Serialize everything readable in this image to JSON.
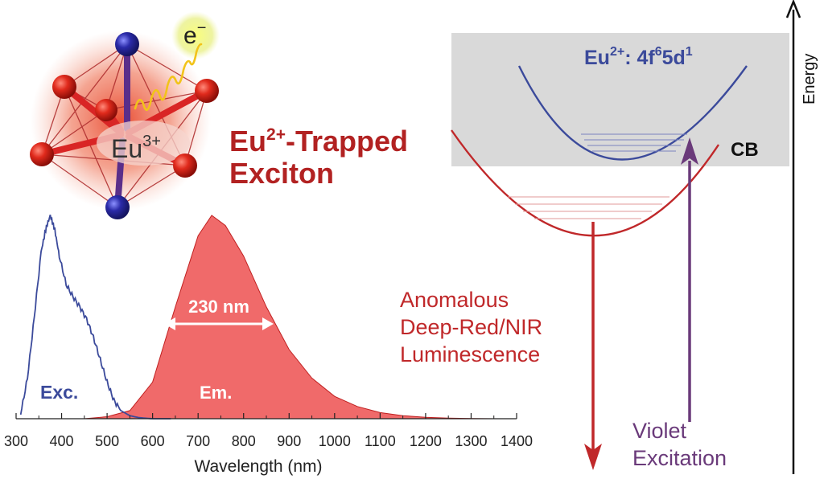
{
  "title_line1": "Eu",
  "title_sup": "2+",
  "title_line1_rest": "-Trapped",
  "title_line2": "Exciton",
  "octahedron": {
    "center_label": "Eu",
    "center_sup": "3+",
    "electron_label": "e",
    "electron_sup": "−"
  },
  "energy_diagram": {
    "upper_state_label_base": "Eu",
    "upper_state_label_sup1": "2+",
    "upper_state_label_mid1": ": 4f",
    "upper_state_label_sup2": "6",
    "upper_state_label_mid2": "5d",
    "upper_state_label_sup3": "1",
    "band_label": "CB",
    "axis_label": "Energy",
    "emission_label": [
      "Anomalous",
      "Deep-Red/NIR",
      "Luminescence"
    ],
    "excitation_label": [
      "Violet",
      "Excitation"
    ],
    "colors": {
      "band": "#d9d9d9",
      "upper": "#3b4a9b",
      "lower": "#c0282a",
      "violet": "#6a3a7a"
    }
  },
  "chart_data": {
    "type": "area",
    "xlabel": "Wavelength (nm)",
    "xlim": [
      300,
      1400
    ],
    "xticks": [
      300,
      400,
      500,
      600,
      700,
      800,
      900,
      1000,
      1100,
      1200,
      1300,
      1400
    ],
    "series": [
      {
        "name": "Exc.",
        "style": "line",
        "color": "#3b4a9b",
        "x": [
          310,
          325,
          340,
          355,
          365,
          375,
          385,
          395,
          410,
          425,
          440,
          455,
          470,
          485,
          500,
          515,
          530,
          550,
          570,
          600,
          640
        ],
        "y": [
          0.02,
          0.2,
          0.5,
          0.82,
          0.93,
          1.0,
          0.93,
          0.8,
          0.66,
          0.6,
          0.55,
          0.49,
          0.4,
          0.29,
          0.18,
          0.09,
          0.04,
          0.015,
          0.005,
          0.0,
          0.0
        ]
      },
      {
        "name": "Em.",
        "style": "area",
        "color": "#f06a6a",
        "x": [
          450,
          500,
          550,
          600,
          650,
          700,
          730,
          760,
          800,
          850,
          900,
          950,
          1000,
          1050,
          1100,
          1150,
          1200,
          1250,
          1300,
          1350,
          1400
        ],
        "y": [
          0.0,
          0.01,
          0.04,
          0.18,
          0.55,
          0.9,
          1.0,
          0.95,
          0.8,
          0.55,
          0.34,
          0.2,
          0.11,
          0.06,
          0.03,
          0.015,
          0.007,
          0.003,
          0.001,
          0.0,
          0.0
        ]
      }
    ],
    "annotations": {
      "fwhm_label": "230 nm"
    }
  }
}
